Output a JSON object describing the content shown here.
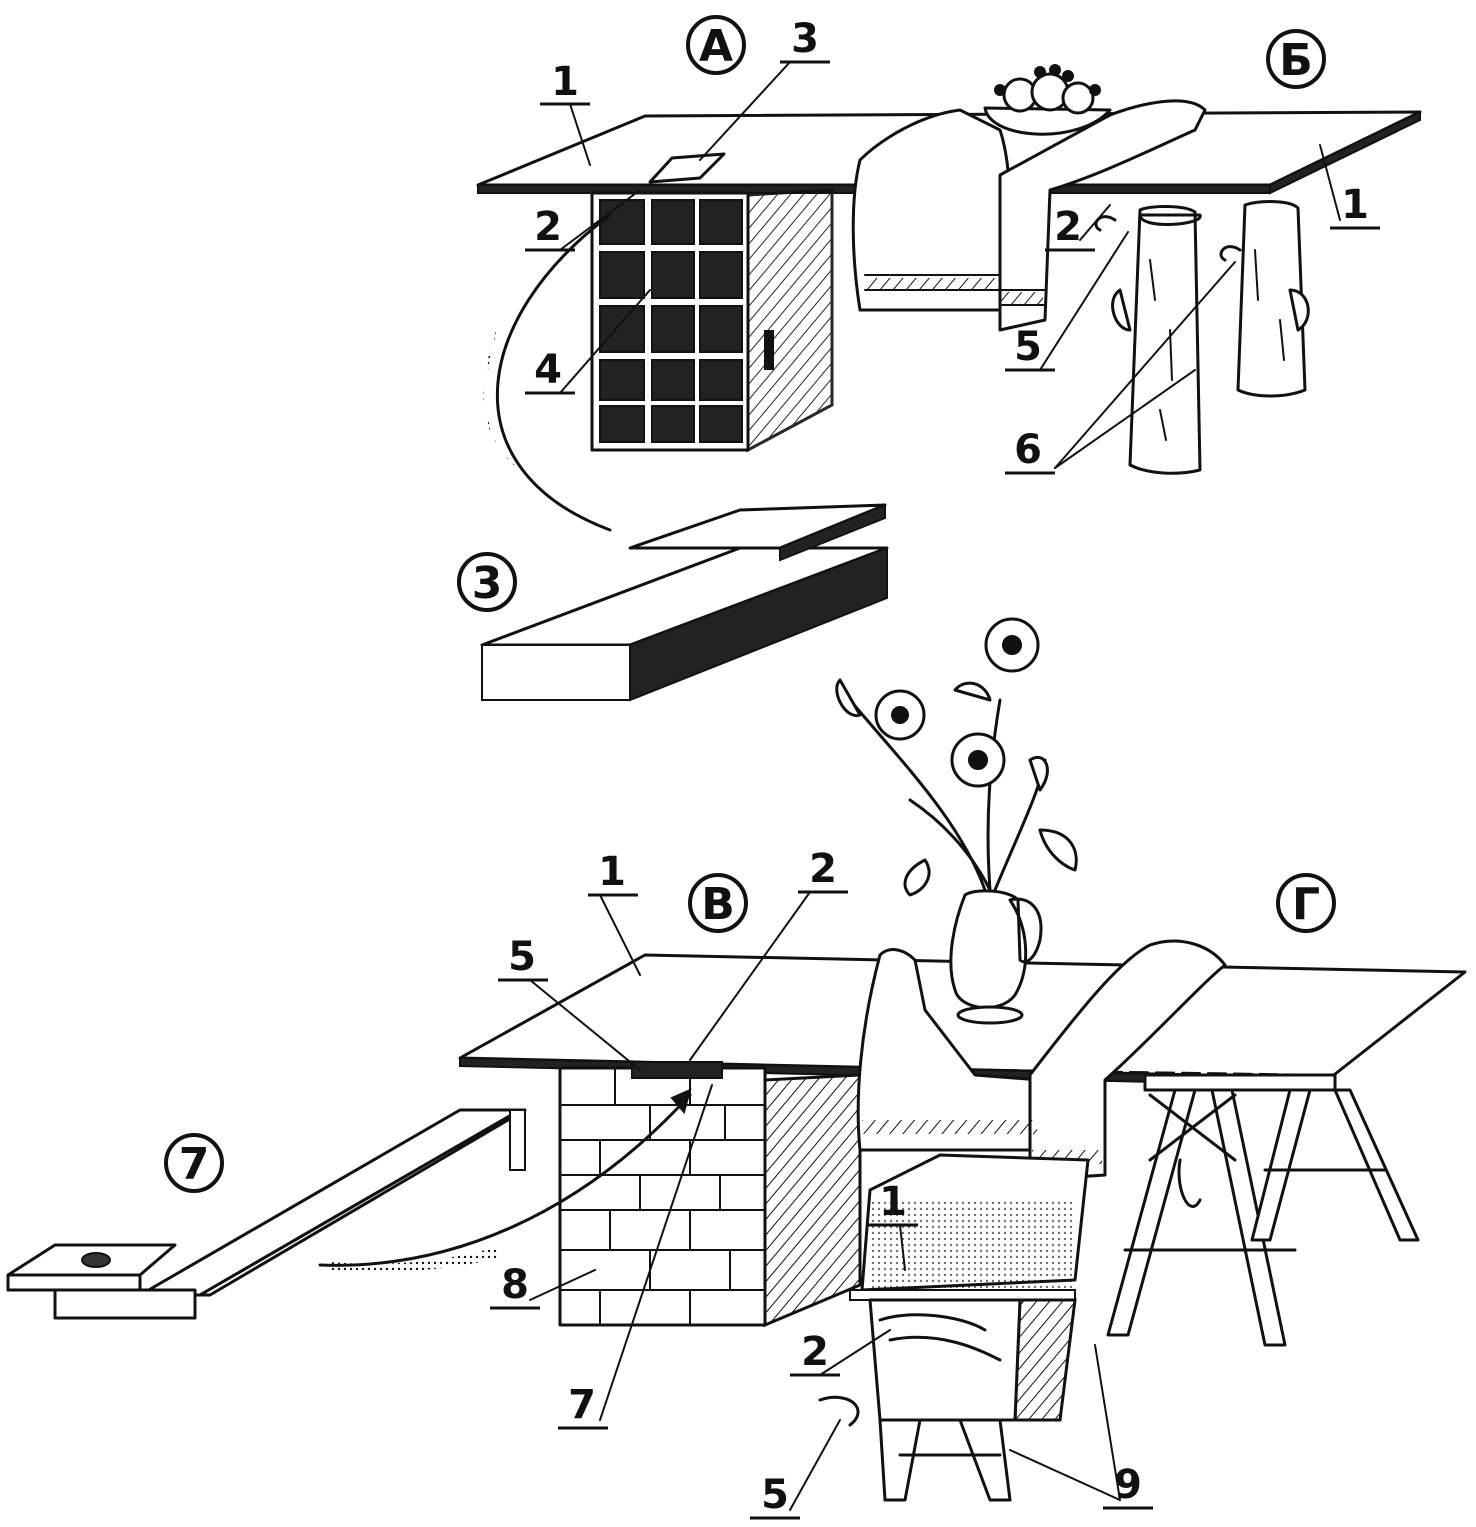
{
  "variants": {
    "a": "А",
    "b": "Б",
    "v": "В",
    "g": "Г"
  },
  "details": {
    "bar": "3",
    "bracket": "7"
  },
  "callouts": {
    "a_1": "1",
    "a_2": "2",
    "a_3": "3",
    "a_4": "4",
    "b_1": "1",
    "b_2": "2",
    "b_5": "5",
    "b_6": "6",
    "v_1": "1",
    "v_2": "2",
    "v_5": "5",
    "v_7": "7",
    "v_8": "8",
    "g_1": "1",
    "g_2": "2",
    "g_5": "5",
    "g_9": "9"
  }
}
